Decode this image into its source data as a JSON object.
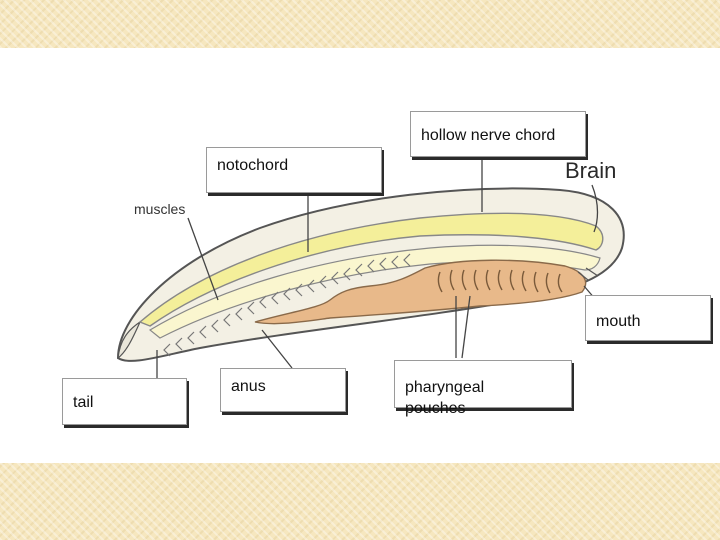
{
  "labels": {
    "hollow_nerve_chord": "hollow nerve chord",
    "notochord": "notochord",
    "brain": "Brain",
    "muscles": "muscles",
    "mouth": "mouth",
    "tail": "tail",
    "anus": "anus",
    "pharyngeal_pouches": "pharyngeal pouches"
  },
  "colors": {
    "band": "#f6e7bf",
    "body_fill": "#f3f0e4",
    "nerve_chord": "#f4ef9a",
    "gut": "#e8b98a",
    "outline": "#555555"
  }
}
